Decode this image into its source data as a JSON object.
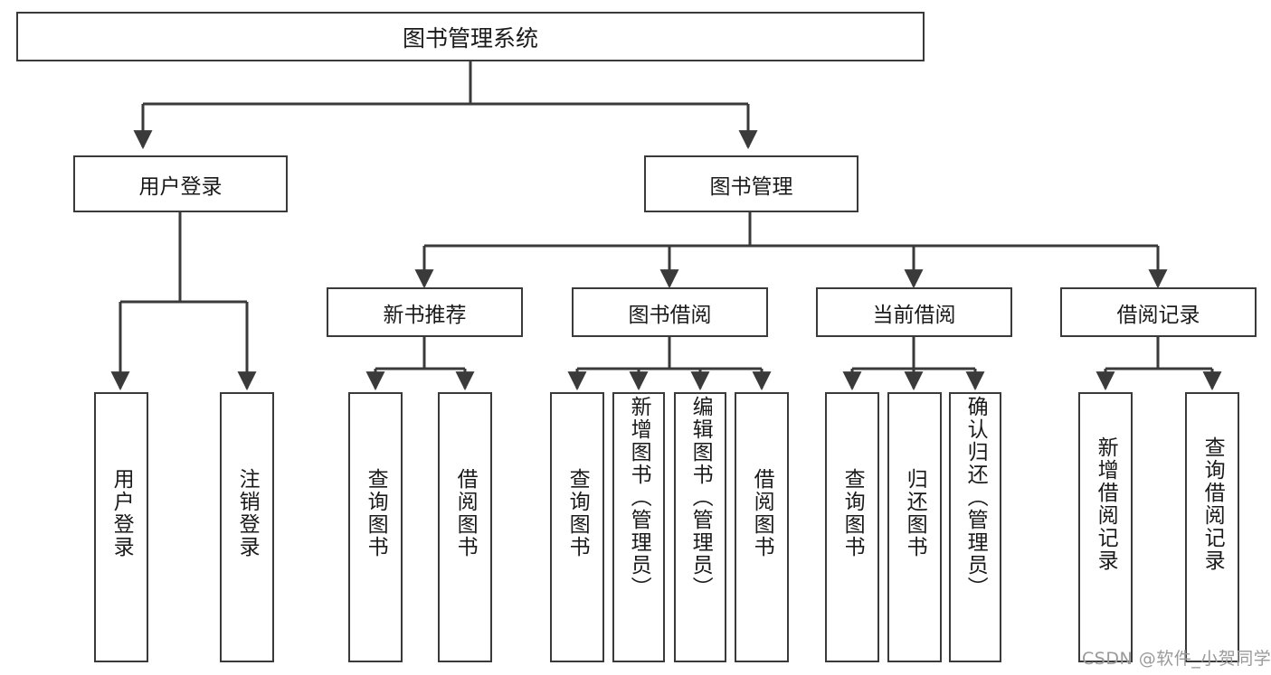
{
  "diagram": {
    "title": "图书管理系统",
    "type": "functional-structure-tree",
    "root": {
      "label": "图书管理系统"
    },
    "level2": [
      {
        "label": "用户登录"
      },
      {
        "label": "图书管理"
      }
    ],
    "level3": [
      {
        "label": "新书推荐"
      },
      {
        "label": "图书借阅"
      },
      {
        "label": "当前借阅"
      },
      {
        "label": "借阅记录"
      }
    ],
    "leaves": [
      {
        "label": "用户登录"
      },
      {
        "label": "注销登录"
      },
      {
        "label": "查询图书"
      },
      {
        "label": "借阅图书"
      },
      {
        "label": "查询图书"
      },
      {
        "label": "新增图书（管理员）"
      },
      {
        "label": "编辑图书（管理员）"
      },
      {
        "label": "借阅图书"
      },
      {
        "label": "查询图书"
      },
      {
        "label": "归还图书"
      },
      {
        "label": "确认归还（管理员）"
      },
      {
        "label": "新增借阅记录"
      },
      {
        "label": "查询借阅记录"
      }
    ],
    "colors": {
      "stroke": "#3a3a3a",
      "fill": "#ffffff",
      "text": "#1a1a1a",
      "watermark": "#9a9a9a"
    }
  },
  "watermark": {
    "text": "CSDN @软件_小贺同学"
  }
}
